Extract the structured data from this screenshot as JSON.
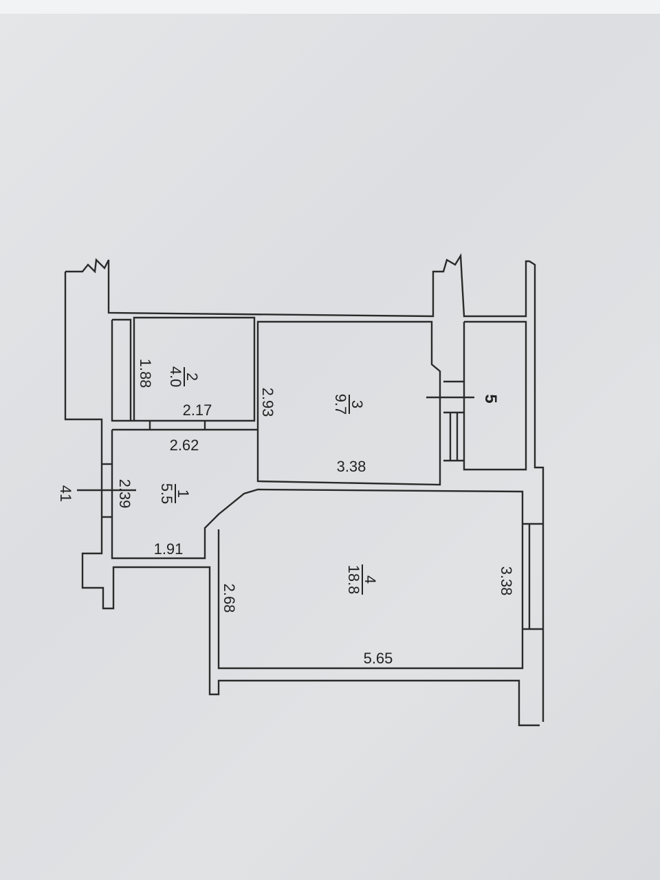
{
  "rooms": [
    {
      "number": "1",
      "area": "5.5"
    },
    {
      "number": "2",
      "area": "4.0"
    },
    {
      "number": "3",
      "area": "9.7"
    },
    {
      "number": "4",
      "area": "18.8"
    },
    {
      "number": "5"
    }
  ],
  "dimensions": {
    "room2_width": "1.88",
    "room2_length": "2.17",
    "room3_width": "2.93",
    "room3_length": "3.38",
    "room1_top": "2.62",
    "room1_width": "2.39",
    "room1_bottom": "1.91",
    "room4_left": "2.68",
    "room4_right": "3.38",
    "room4_length": "5.65"
  },
  "section_mark": "41"
}
